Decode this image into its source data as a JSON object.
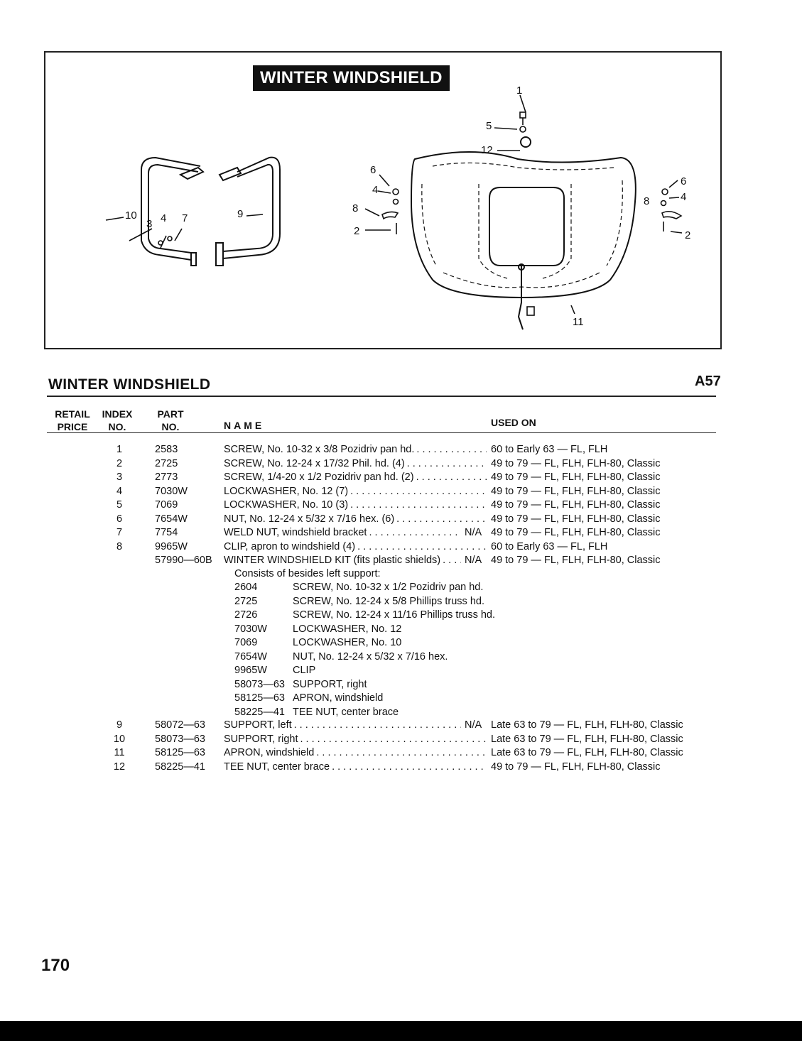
{
  "diagram": {
    "title": "WINTER WINDSHIELD",
    "callouts": [
      "1",
      "5",
      "12",
      "6",
      "4",
      "8",
      "2",
      "10",
      "3",
      "4",
      "7",
      "9",
      "6",
      "8",
      "4",
      "2",
      "11"
    ]
  },
  "section": {
    "title": "WINTER WINDSHIELD",
    "code": "A57"
  },
  "headers": {
    "retail_price": [
      "RETAIL",
      "PRICE"
    ],
    "index_no": [
      "INDEX",
      "NO."
    ],
    "part_no": [
      "PART",
      "NO."
    ],
    "name": "NAME",
    "used_on": "USED ON"
  },
  "rows": [
    {
      "index": "1",
      "part": "2583",
      "name": "SCREW, No. 10-32 x 3/8 Pozidriv pan hd.",
      "na": "",
      "used_on": "60 to Early 63 — FL, FLH"
    },
    {
      "index": "2",
      "part": "2725",
      "name": "SCREW, No. 12-24 x 17/32 Phil. hd. (4)",
      "na": "",
      "used_on": "49 to 79 — FL, FLH, FLH-80, Classic"
    },
    {
      "index": "3",
      "part": "2773",
      "name": "SCREW, 1/4-20 x 1/2 Pozidriv pan hd. (2)",
      "na": "",
      "used_on": "49 to 79 — FL, FLH, FLH-80, Classic"
    },
    {
      "index": "4",
      "part": "7030W",
      "name": "LOCKWASHER, No. 12 (7)",
      "na": "",
      "used_on": "49 to 79 — FL, FLH, FLH-80, Classic"
    },
    {
      "index": "5",
      "part": "7069",
      "name": "LOCKWASHER, No. 10 (3)",
      "na": "",
      "used_on": "49 to 79 — FL, FLH, FLH-80, Classic"
    },
    {
      "index": "6",
      "part": "7654W",
      "name": "NUT, No. 12-24 x 5/32 x 7/16 hex. (6)",
      "na": "",
      "used_on": "49 to 79 — FL, FLH, FLH-80, Classic"
    },
    {
      "index": "7",
      "part": "7754",
      "name": "WELD NUT, windshield bracket",
      "na": "N/A",
      "used_on": "49 to 79 — FL, FLH, FLH-80, Classic"
    },
    {
      "index": "8",
      "part": "9965W",
      "name": "CLIP, apron to windshield (4)",
      "na": "",
      "used_on": "60 to Early 63 — FL, FLH"
    },
    {
      "index": "",
      "part": "57990—60B",
      "name": "WINTER WINDSHIELD KIT (fits plastic shields)",
      "na": "N/A",
      "used_on": "49 to 79 — FL, FLH, FLH-80, Classic"
    }
  ],
  "kit": {
    "consists_label": "Consists of besides left support:",
    "items": [
      {
        "part": "2604",
        "desc": "SCREW, No. 10-32 x 1/2 Pozidriv pan hd."
      },
      {
        "part": "2725",
        "desc": "SCREW, No. 12-24 x 5/8 Phillips truss hd."
      },
      {
        "part": "2726",
        "desc": "SCREW, No. 12-24 x 11/16 Phillips truss hd."
      },
      {
        "part": "7030W",
        "desc": "LOCKWASHER, No. 12"
      },
      {
        "part": "7069",
        "desc": "LOCKWASHER, No. 10"
      },
      {
        "part": "7654W",
        "desc": "NUT, No. 12-24 x 5/32 x 7/16 hex."
      },
      {
        "part": "9965W",
        "desc": "CLIP"
      },
      {
        "part": "58073—63",
        "desc": "SUPPORT, right"
      },
      {
        "part": "58125—63",
        "desc": "APRON, windshield"
      },
      {
        "part": "58225—41",
        "desc": "TEE NUT, center brace"
      }
    ]
  },
  "rows2": [
    {
      "index": "9",
      "part": "58072—63",
      "name": "SUPPORT, left",
      "na": "N/A",
      "used_on": "Late 63 to 79 — FL, FLH, FLH-80, Classic"
    },
    {
      "index": "10",
      "part": "58073—63",
      "name": "SUPPORT, right",
      "na": "",
      "used_on": "Late 63 to 79 — FL, FLH, FLH-80, Classic"
    },
    {
      "index": "11",
      "part": "58125—63",
      "name": "APRON, windshield",
      "na": "",
      "used_on": "Late 63 to 79 — FL, FLH, FLH-80, Classic"
    },
    {
      "index": "12",
      "part": "58225—41",
      "name": "TEE NUT, center brace",
      "na": "",
      "used_on": "49 to 79 — FL, FLH, FLH-80, Classic"
    }
  ],
  "page_number": "170"
}
